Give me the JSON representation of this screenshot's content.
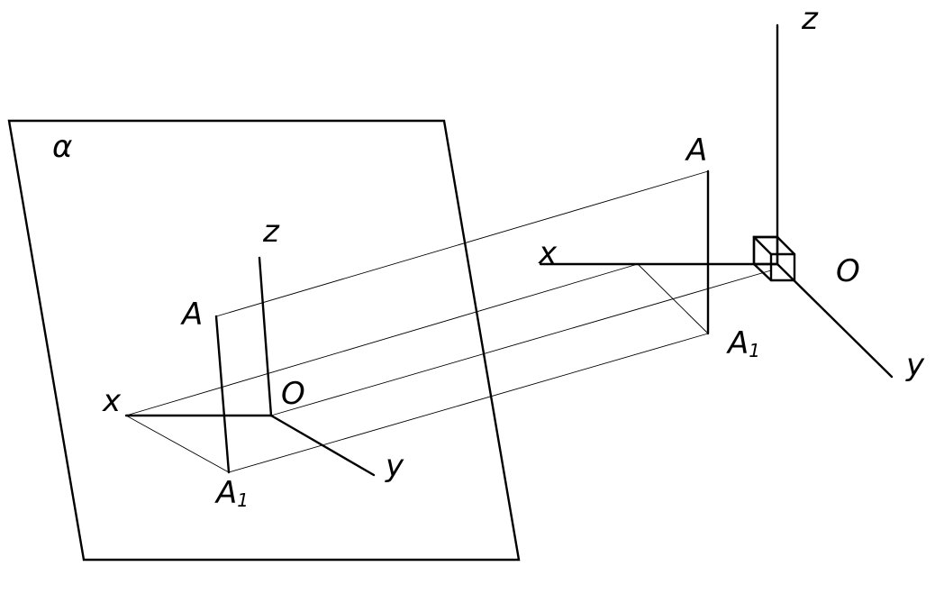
{
  "labels": {
    "plane": "α",
    "left_z": "z",
    "left_x": "x",
    "left_y": "y",
    "left_o": "O",
    "left_a": "A",
    "left_a1_main": "A",
    "left_a1_sub": "1",
    "right_z": "z",
    "right_x": "x",
    "right_y": "y",
    "right_o": "O",
    "right_a": "A",
    "right_a1_main": "A",
    "right_a1_sub": "1"
  },
  "colors": {
    "stroke": "#000000",
    "background": "#ffffff"
  }
}
